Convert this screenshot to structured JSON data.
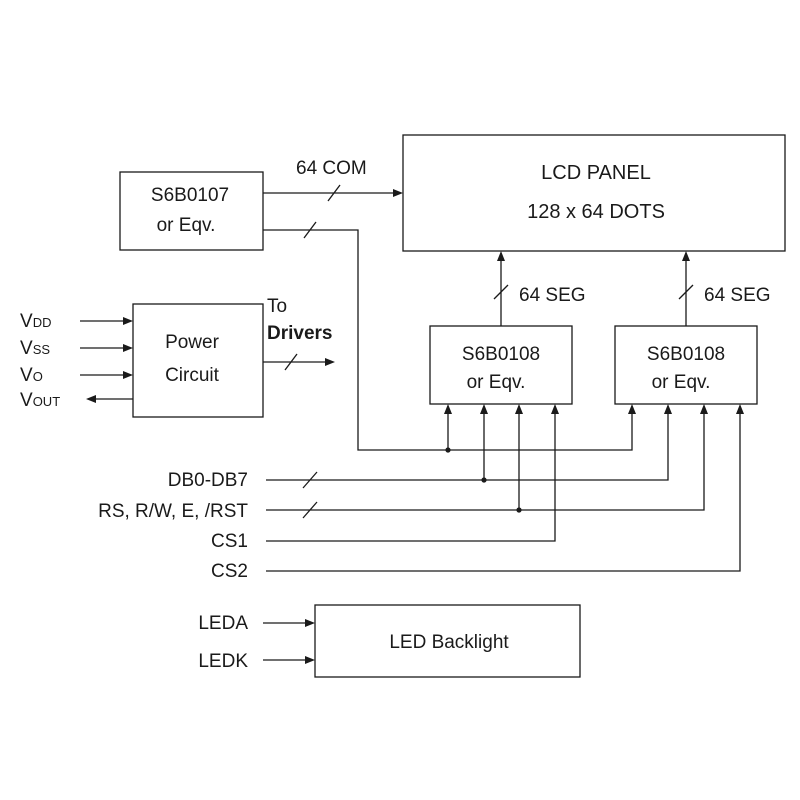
{
  "blocks": {
    "lcd_panel": {
      "line1": "LCD PANEL",
      "line2": "128 x 64 DOTS"
    },
    "common_driver": {
      "line1": "S6B0107",
      "line2": "or Eqv."
    },
    "power_circuit": {
      "line1": "Power",
      "line2": "Circuit"
    },
    "segment_driver_1": {
      "line1": "S6B0108",
      "line2": "or Eqv."
    },
    "segment_driver_2": {
      "line1": "S6B0108",
      "line2": "or Eqv."
    },
    "led_backlight": {
      "label": "LED Backlight"
    }
  },
  "bus_labels": {
    "com": "64 COM",
    "seg_1": "64 SEG",
    "seg_2": "64 SEG",
    "to_drivers_line1": "To",
    "to_drivers_line2": "Drivers"
  },
  "power_pins": [
    {
      "main": "V",
      "sub": "DD",
      "direction": "in"
    },
    {
      "main": "V",
      "sub": "SS",
      "direction": "in"
    },
    {
      "main": "V",
      "sub": "O",
      "direction": "in"
    },
    {
      "main": "V",
      "sub": "OUT",
      "direction": "out"
    }
  ],
  "interface_signals": [
    "DB0-DB7",
    "RS, R/W, E, /RST",
    "CS1",
    "CS2"
  ],
  "backlight_pins": [
    "LEDA",
    "LEDK"
  ]
}
